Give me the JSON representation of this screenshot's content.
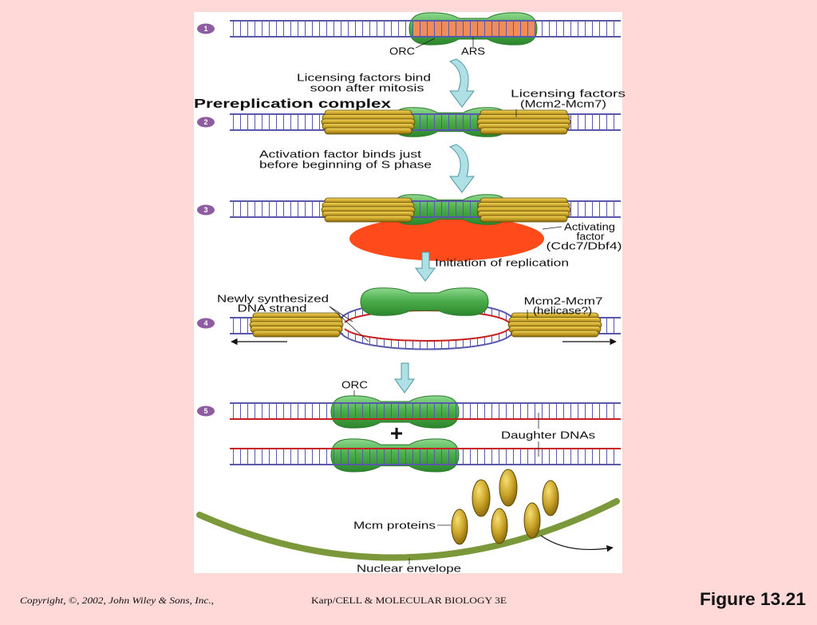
{
  "figure": {
    "step_badges": [
      "1",
      "2",
      "3",
      "4",
      "5"
    ],
    "step1": {
      "orc_label": "ORC",
      "ars_label": "ARS"
    },
    "transition1": [
      "Licensing factors bind",
      "soon after mitosis"
    ],
    "title": "Prereplication complex",
    "step2": {
      "licensing_label": [
        "Licensing factors",
        "(Mcm2-Mcm7)"
      ]
    },
    "transition2": [
      "Activation factor binds just",
      "before beginning of S phase"
    ],
    "step3": {
      "activator_label": [
        "Activating",
        "factor",
        "(Cdc7/Dbf4)"
      ]
    },
    "transition3": "Initiation of replication",
    "step4": {
      "new_strand_label": [
        "Newly synthesized",
        "DNA strand"
      ],
      "helicase_label": [
        "Mcm2-Mcm7",
        "(helicase?)"
      ]
    },
    "step5": {
      "orc_label": "ORC",
      "plus_sign": "+",
      "daughter_label": "Daughter DNAs",
      "mcm_label": "Mcm proteins",
      "envelope_label": "Nuclear envelope"
    }
  },
  "footer": {
    "copyright": "Copyright, ©, 2002, John Wiley & Sons, Inc.,",
    "source": "Karp/CELL & MOLECULAR BIOLOGY 3E",
    "figure_number": "Figure 13.21"
  },
  "colors": {
    "background": "#FFD8D8",
    "panel": "#FFFFFF",
    "dna_backbone": "#5858AC",
    "new_strand": "#C8201E",
    "orc": "#4CAF50",
    "mcm": "#C9A227",
    "ars": "#EE8C5C",
    "activator": "#FF4B1C",
    "nuclear_envelope": "#7B993A",
    "arrow": "#AEE0E6",
    "badge": "#8F5CA1"
  }
}
